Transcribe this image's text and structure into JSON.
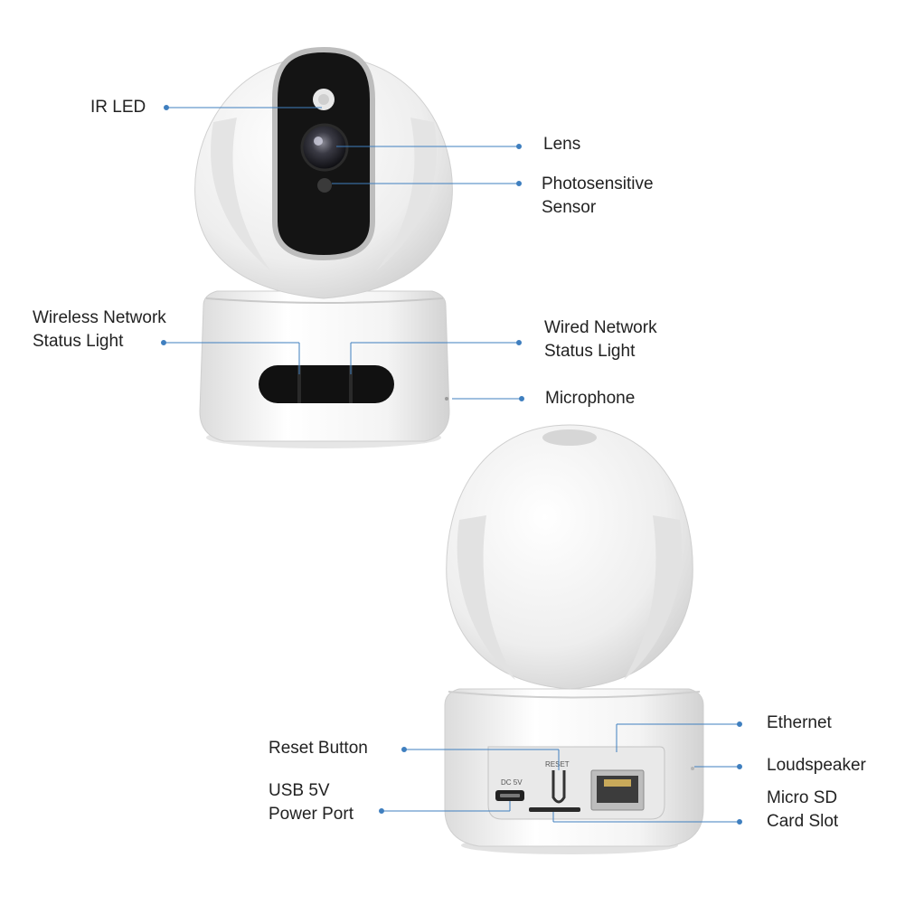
{
  "labels": {
    "ir_led": "IR LED",
    "lens": "Lens",
    "photosensitive_line1": "Photosensitive",
    "photosensitive_line2": "Sensor",
    "wireless_line1": "Wireless Network",
    "wireless_line2": "Status Light",
    "wired_line1": "Wired Network",
    "wired_line2": "Status Light",
    "microphone": "Microphone",
    "ethernet": "Ethernet",
    "reset_button": "Reset Button",
    "loudspeaker": "Loudspeaker",
    "usb_line1": "USB 5V",
    "usb_line2": "Power Port",
    "microsd_line1": "Micro SD",
    "microsd_line2": "Card Slot"
  },
  "device_markings": {
    "dc_5v": "DC  5V",
    "reset": "RESET"
  },
  "colors": {
    "leader_line": "#3f7fbf",
    "label_text": "#222222",
    "shell": "#f4f4f4",
    "face_panel": "#1a1a1a"
  }
}
